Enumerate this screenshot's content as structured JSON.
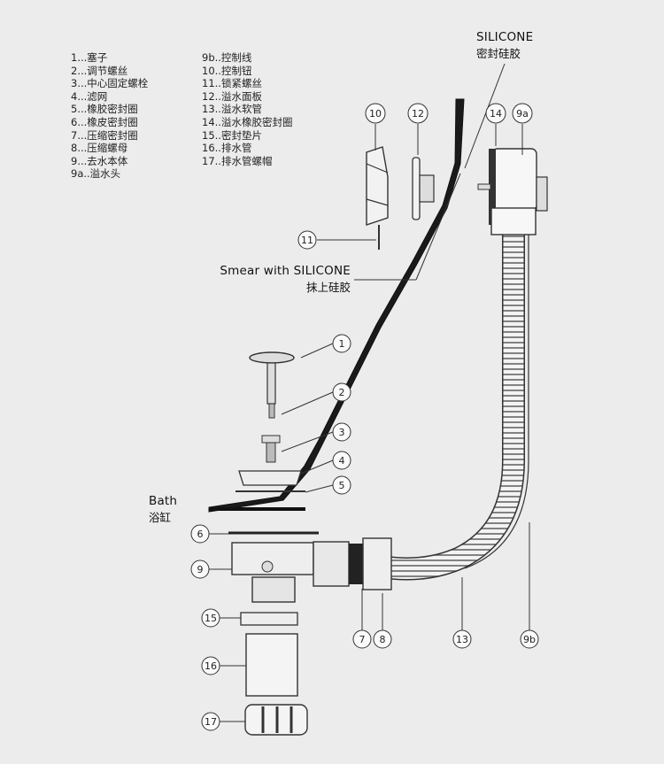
{
  "legend_left": [
    "1...塞子",
    "2...调节螺丝",
    "3...中心固定螺栓",
    "4...滤网",
    "5...橡胶密封圈",
    "6...橡皮密封圈",
    "7...压缩密封圈",
    "8...压缩螺母",
    "9...去水本体",
    "9a..溢水头"
  ],
  "legend_right": [
    "9b..控制线",
    "10..控制钮",
    "11..锁紧螺丝",
    "12..溢水面板",
    "13..溢水软管",
    "14..溢水橡胶密封圈",
    "15..密封垫片",
    "16..排水管",
    "17..排水管螺帽"
  ],
  "notes": {
    "silicone_en": "SILICONE",
    "silicone_cn": "密封硅胶",
    "smear_en": "Smear with SILICONE",
    "smear_cn": "抹上硅胶",
    "bath_en": "Bath",
    "bath_cn": "浴缸"
  },
  "callouts": {
    "c1": "1",
    "c2": "2",
    "c3": "3",
    "c4": "4",
    "c5": "5",
    "c6": "6",
    "c7": "7",
    "c8": "8",
    "c9": "9",
    "c9a": "9a",
    "c9b": "9b",
    "c10": "10",
    "c11": "11",
    "c12": "12",
    "c13": "13",
    "c14": "14",
    "c15": "15",
    "c16": "16",
    "c17": "17"
  }
}
